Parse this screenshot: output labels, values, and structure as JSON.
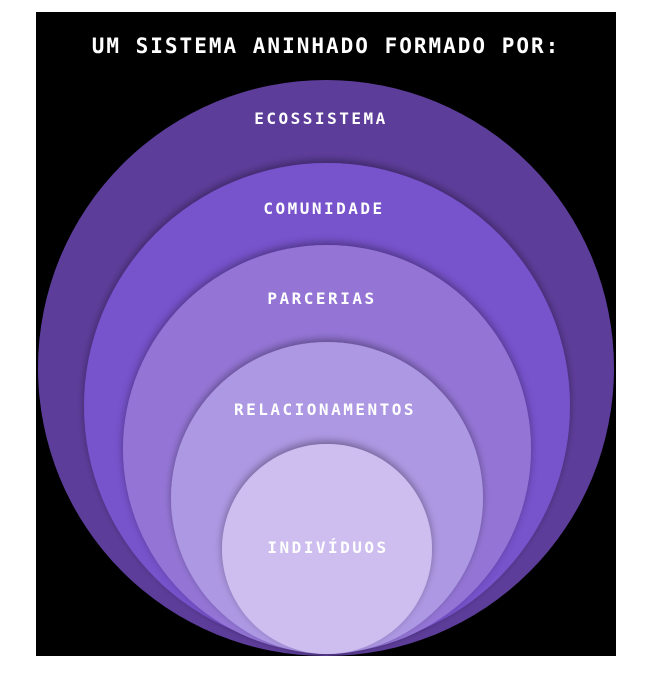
{
  "title": "UM SISTEMA ANINHADO FORMADO POR:",
  "levels": [
    {
      "label": "ECOSSISTEMA",
      "color": "#5d3d9a"
    },
    {
      "label": "COMUNIDADE",
      "color": "#7752cc"
    },
    {
      "label": "PARCERIAS",
      "color": "#9474d6"
    },
    {
      "label": "RELACIONAMENTOS",
      "color": "#ad98e3"
    },
    {
      "label": "INDIVÍDUOS",
      "color": "#cdbeef"
    }
  ]
}
